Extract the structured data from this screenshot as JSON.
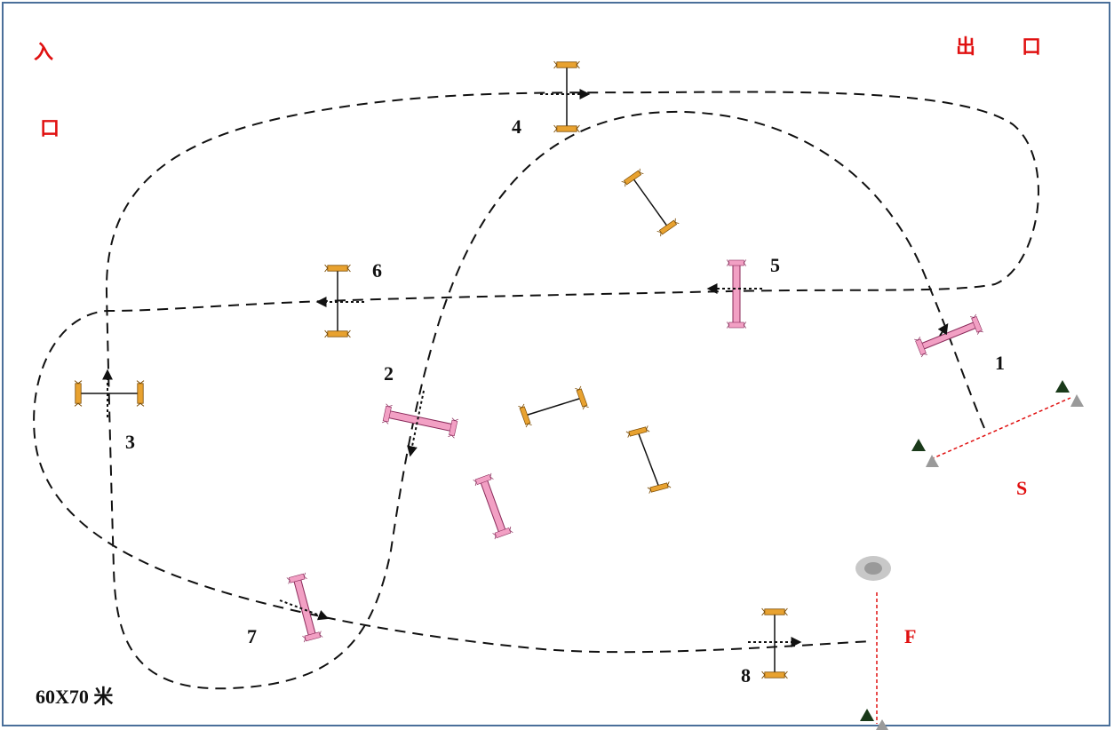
{
  "entrance": {
    "char1": "入",
    "char2": "口"
  },
  "exit": {
    "char1": "出",
    "char2": "口"
  },
  "start_label": "S",
  "finish_label": "F",
  "arena_size": "60X70 米",
  "obstacle_numbers": [
    "1",
    "2",
    "3",
    "4",
    "5",
    "6",
    "7",
    "8"
  ],
  "colors": {
    "vertical_obstacle": "#f2a0c4",
    "horizontal_obstacle": "#e8a230",
    "start_finish_line": "#e01010",
    "course_path": "#111111",
    "frame": "#4a6f9a"
  }
}
